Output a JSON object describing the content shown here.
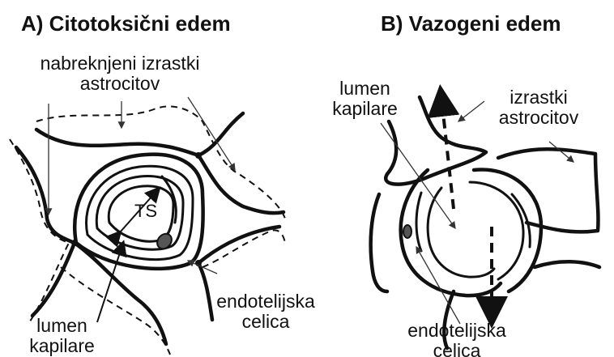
{
  "panel_a": {
    "title": "A) Citotoksični edem",
    "label_swollen": [
      "nabreknjeni izrastki",
      "astrocitov"
    ],
    "label_ts": "TS",
    "label_endothelial": [
      "endotelijska",
      "celica"
    ],
    "label_lumen": [
      "lumen",
      "kapilare"
    ]
  },
  "panel_b": {
    "title": "B) Vazogeni edem",
    "label_lumen": [
      "lumen",
      "kapilare"
    ],
    "label_processes": [
      "izrastki",
      "astrocitov"
    ],
    "label_endothelial": [
      "endotelijska",
      "celica"
    ]
  },
  "colors": {
    "line": "#111111",
    "background": "#ffffff"
  }
}
